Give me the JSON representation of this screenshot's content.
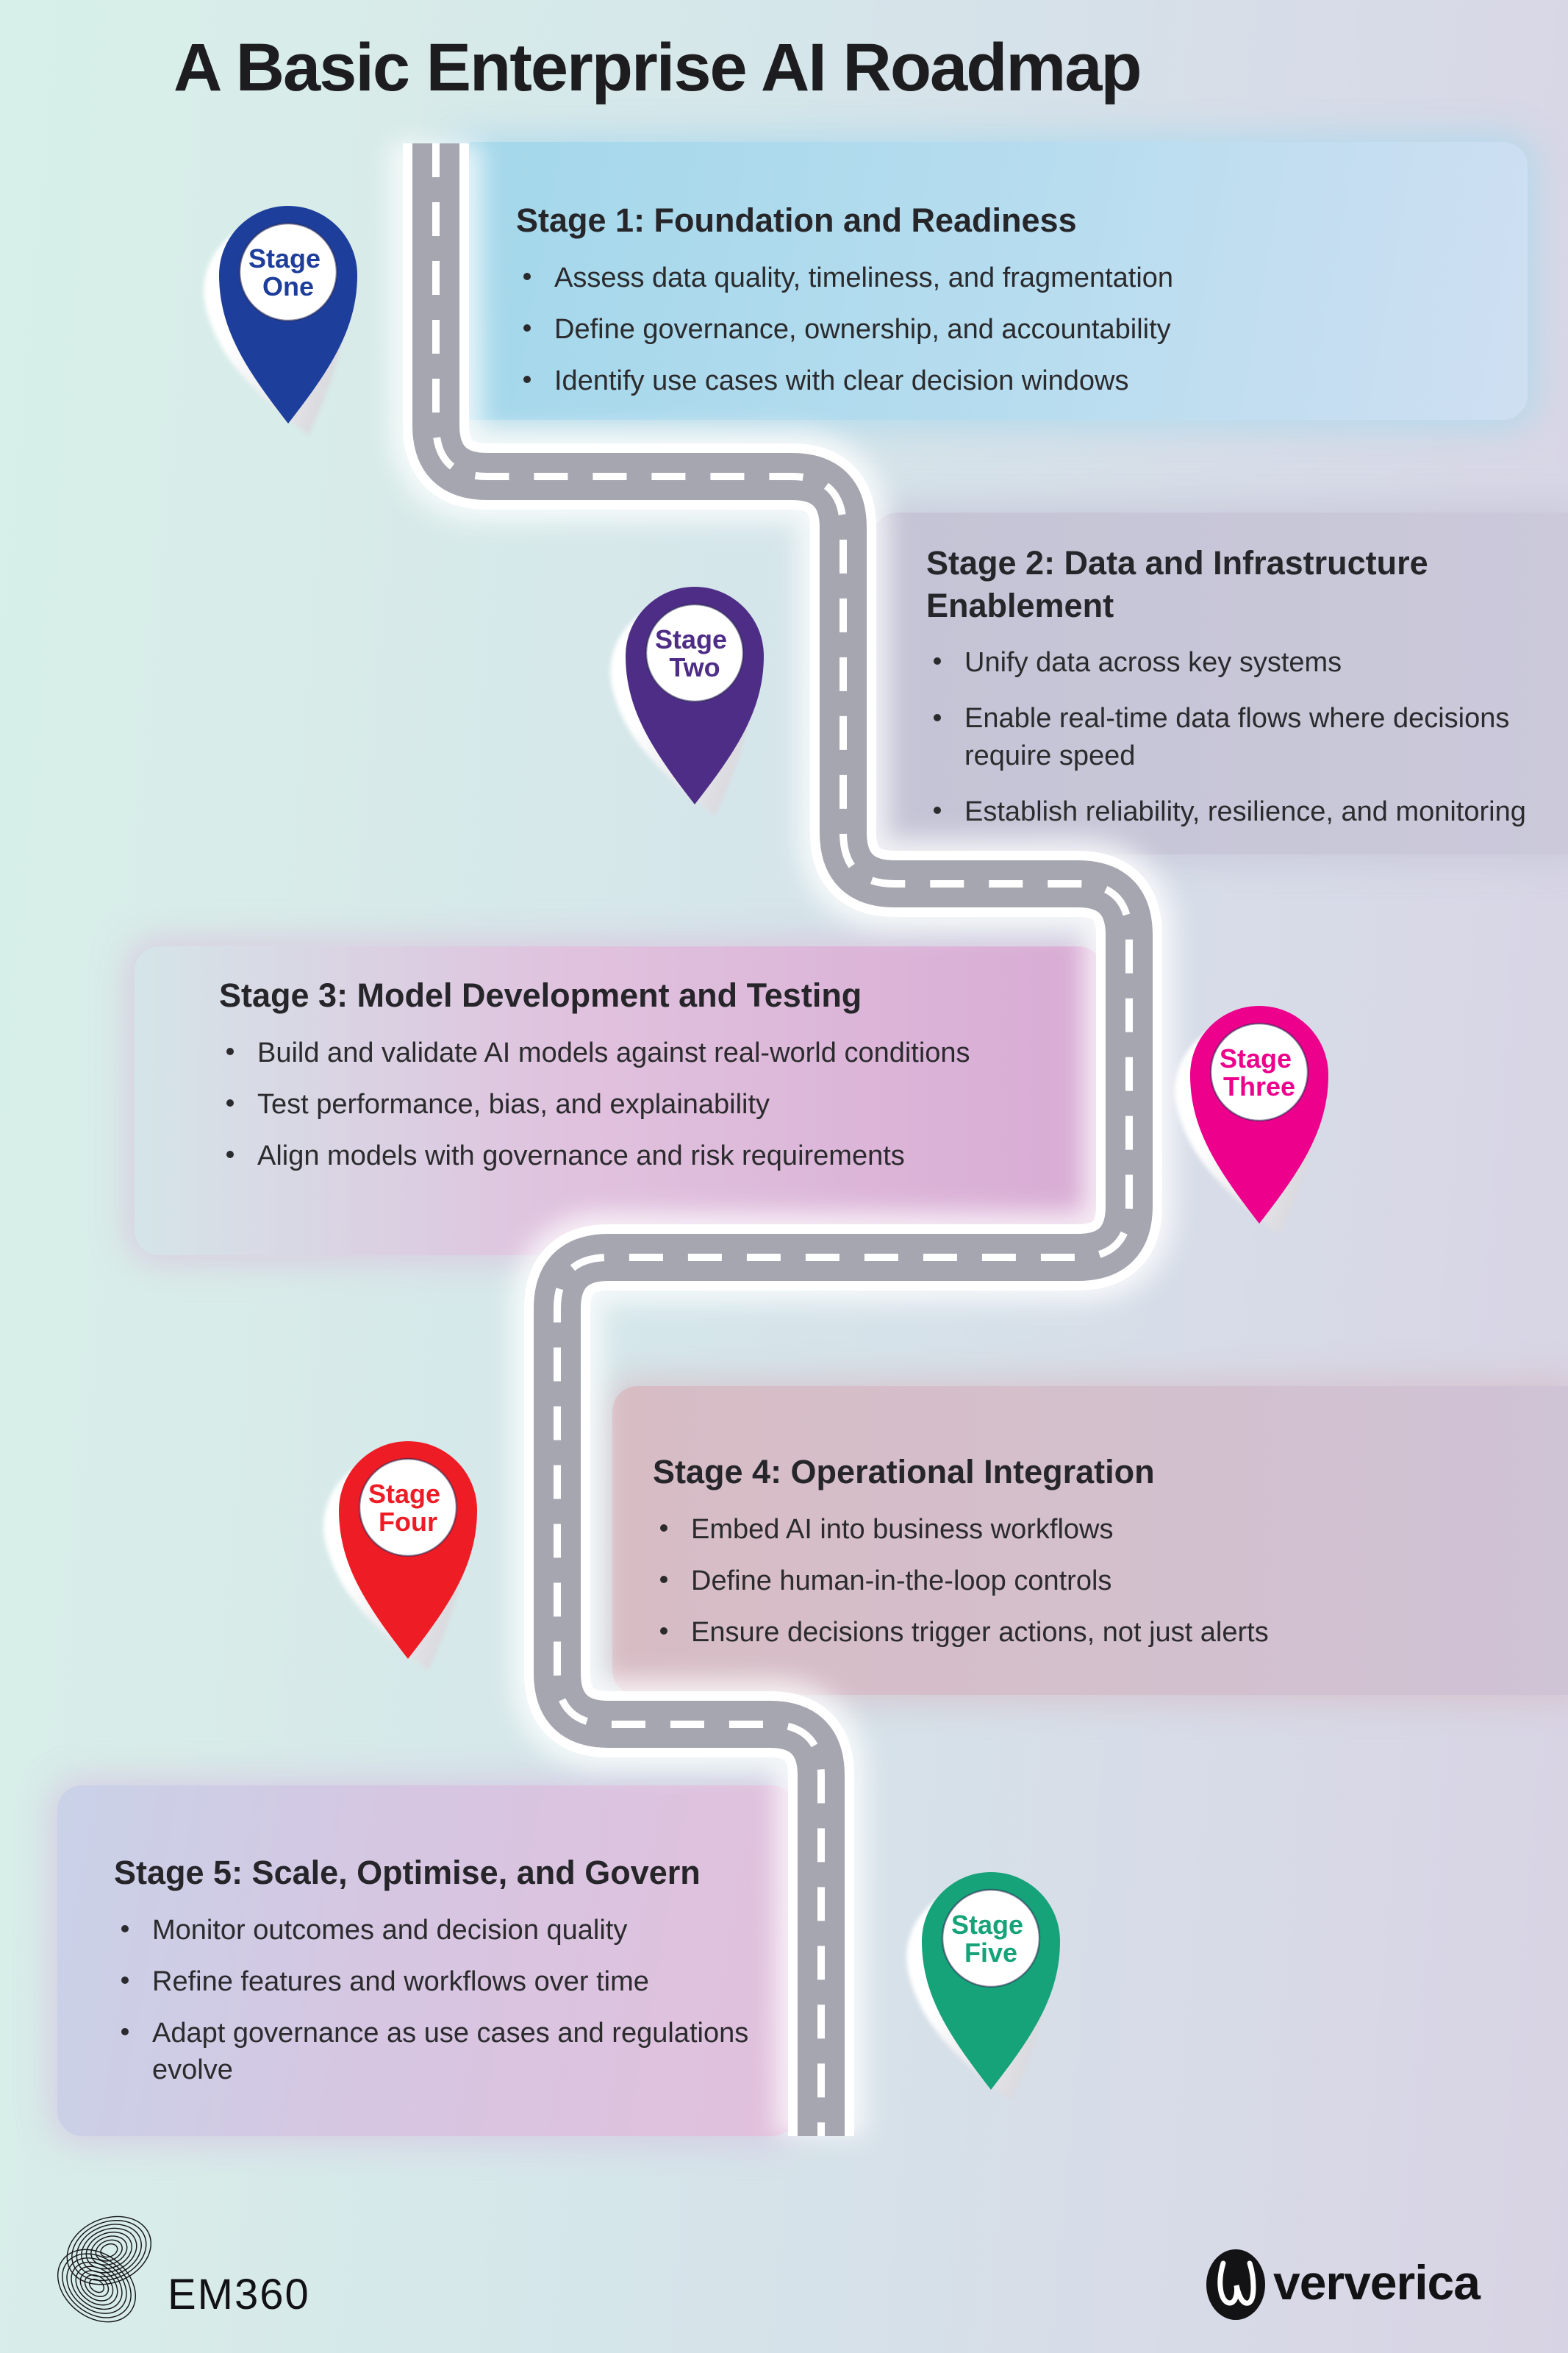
{
  "title": "A Basic Enterprise AI Roadmap",
  "stages": [
    {
      "pin": {
        "line1": "Stage",
        "line2": "One",
        "color": "#1e3e9b"
      },
      "heading": "Stage 1: Foundation and Readiness",
      "bullets": [
        "Assess data quality, timeliness, and fragmentation",
        "Define governance, ownership, and accountability",
        "Identify use cases with clear decision windows"
      ]
    },
    {
      "pin": {
        "line1": "Stage",
        "line2": "Two",
        "color": "#4e2d87"
      },
      "heading": "Stage 2: Data and Infrastructure Enablement",
      "bullets": [
        "Unify data across key systems",
        "Enable real-time data flows where decisions require speed",
        "Establish reliability, resilience, and monitoring"
      ]
    },
    {
      "pin": {
        "line1": "Stage",
        "line2": "Three",
        "color": "#ec008c"
      },
      "heading": "Stage 3: Model Development and Testing",
      "bullets": [
        "Build and validate AI models against real-world conditions",
        "Test performance, bias, and explainability",
        "Align models with governance and risk requirements"
      ]
    },
    {
      "pin": {
        "line1": "Stage",
        "line2": "Four",
        "color": "#ee1c25"
      },
      "heading": "Stage 4: Operational Integration",
      "bullets": [
        "Embed AI into business workflows",
        "Define human-in-the-loop controls",
        "Ensure decisions trigger actions, not just alerts"
      ]
    },
    {
      "pin": {
        "line1": "Stage",
        "line2": "Five",
        "color": "#16a379"
      },
      "heading": "Stage 5: Scale, Optimise, and Govern",
      "bullets": [
        "Monitor outcomes and decision quality",
        "Refine features and workflows over time",
        "Adapt governance as use cases and regulations evolve"
      ]
    }
  ],
  "footer": {
    "em360_label": "EM360",
    "ververica_label": "ververica"
  },
  "colors": {
    "road_asphalt": "#a6a6b0",
    "road_centerline": "#ffffff",
    "background_left": "#d7f0e9",
    "background_right": "#d8d3e4",
    "panel_tints": [
      "#aedbed",
      "#c7c7d8",
      "#ddb5d9",
      "#d7bdc6",
      "#dcc5e0"
    ]
  }
}
